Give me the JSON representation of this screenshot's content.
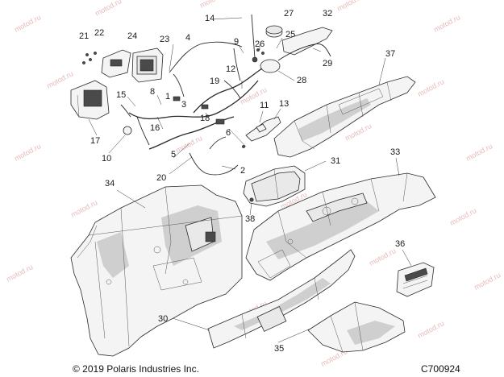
{
  "diagram": {
    "callouts": [
      "1",
      "2",
      "3",
      "4",
      "5",
      "6",
      "8",
      "9",
      "10",
      "11",
      "12",
      "13",
      "14",
      "15",
      "16",
      "17",
      "18",
      "19",
      "20",
      "21",
      "22",
      "23",
      "24",
      "25",
      "26",
      "27",
      "28",
      "29",
      "30",
      "31",
      "32",
      "33",
      "34",
      "35",
      "36",
      "37",
      "38"
    ],
    "copyright": "© 2019 Polaris Industries Inc.",
    "figure_code": "C700924",
    "watermark": "motod.ru"
  }
}
